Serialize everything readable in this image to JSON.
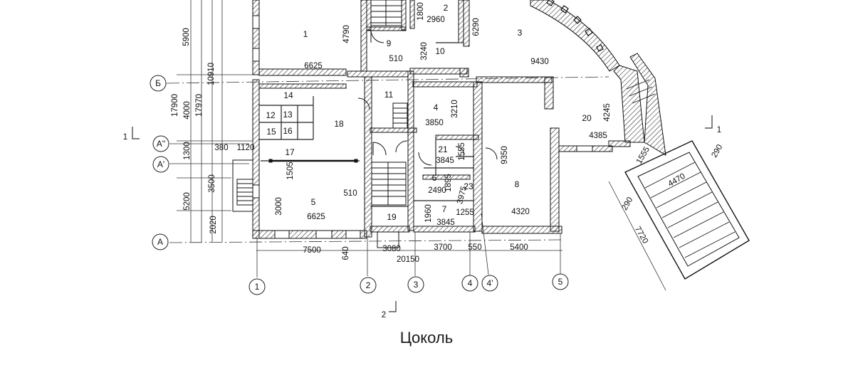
{
  "caption": "Цоколь",
  "rooms": {
    "r1": "1",
    "r2": "2",
    "r3": "3",
    "r4": "4",
    "r5": "5",
    "r6": "6",
    "r7": "7",
    "r8": "8",
    "r9": "9",
    "r10": "10",
    "r11": "11",
    "r12": "12",
    "r13": "13",
    "r14": "14",
    "r15": "15",
    "r16": "16",
    "r17": "17",
    "r18": "18",
    "r19": "19",
    "r20": "20",
    "r21": "21",
    "r23": "23"
  },
  "dims": {
    "d6625a": "6625",
    "d6625b": "6625",
    "d4790": "4790",
    "d1800": "1800",
    "d2960": "2960",
    "d6290": "6290",
    "d510a": "510",
    "d3240": "3240",
    "d9430": "9430",
    "d3210": "3210",
    "d3850": "3850",
    "d9350": "9350",
    "d4245": "4245",
    "d4385": "4385",
    "d1555a": "1555",
    "d1555b": "1555",
    "d3845a": "3845",
    "d3845b": "3845",
    "d2490": "2490",
    "d1895": "1895",
    "d3975": "3975",
    "d1960": "1960",
    "d1255": "1255",
    "d4320": "4320",
    "d510b": "510",
    "d3000": "3000",
    "d1505": "1505",
    "d380": "380",
    "d1120": "1120",
    "d290a": "290",
    "d290b": "290",
    "d4470": "4470",
    "d7720": "7720",
    "d5900": "5900",
    "d10910": "10910",
    "d17900": "17900",
    "d4000": "4000",
    "d17970": "17970",
    "d1300": "1300",
    "d3500": "3500",
    "d5200": "5200",
    "d2020": "2020",
    "d7500": "7500",
    "d640": "640",
    "d3080": "3080",
    "d20150": "20150",
    "d3700": "3700",
    "d550": "550",
    "d5400": "5400"
  },
  "axes": {
    "a1": "1",
    "a2": "2",
    "a3": "3",
    "a4": "4",
    "a4p": "4'",
    "a5": "5",
    "aA": "А",
    "aAp": "А'",
    "aApp": "А''",
    "aB": "Б"
  },
  "section_marks": {
    "s1left": "1",
    "s1right": "1",
    "s2": "2"
  }
}
